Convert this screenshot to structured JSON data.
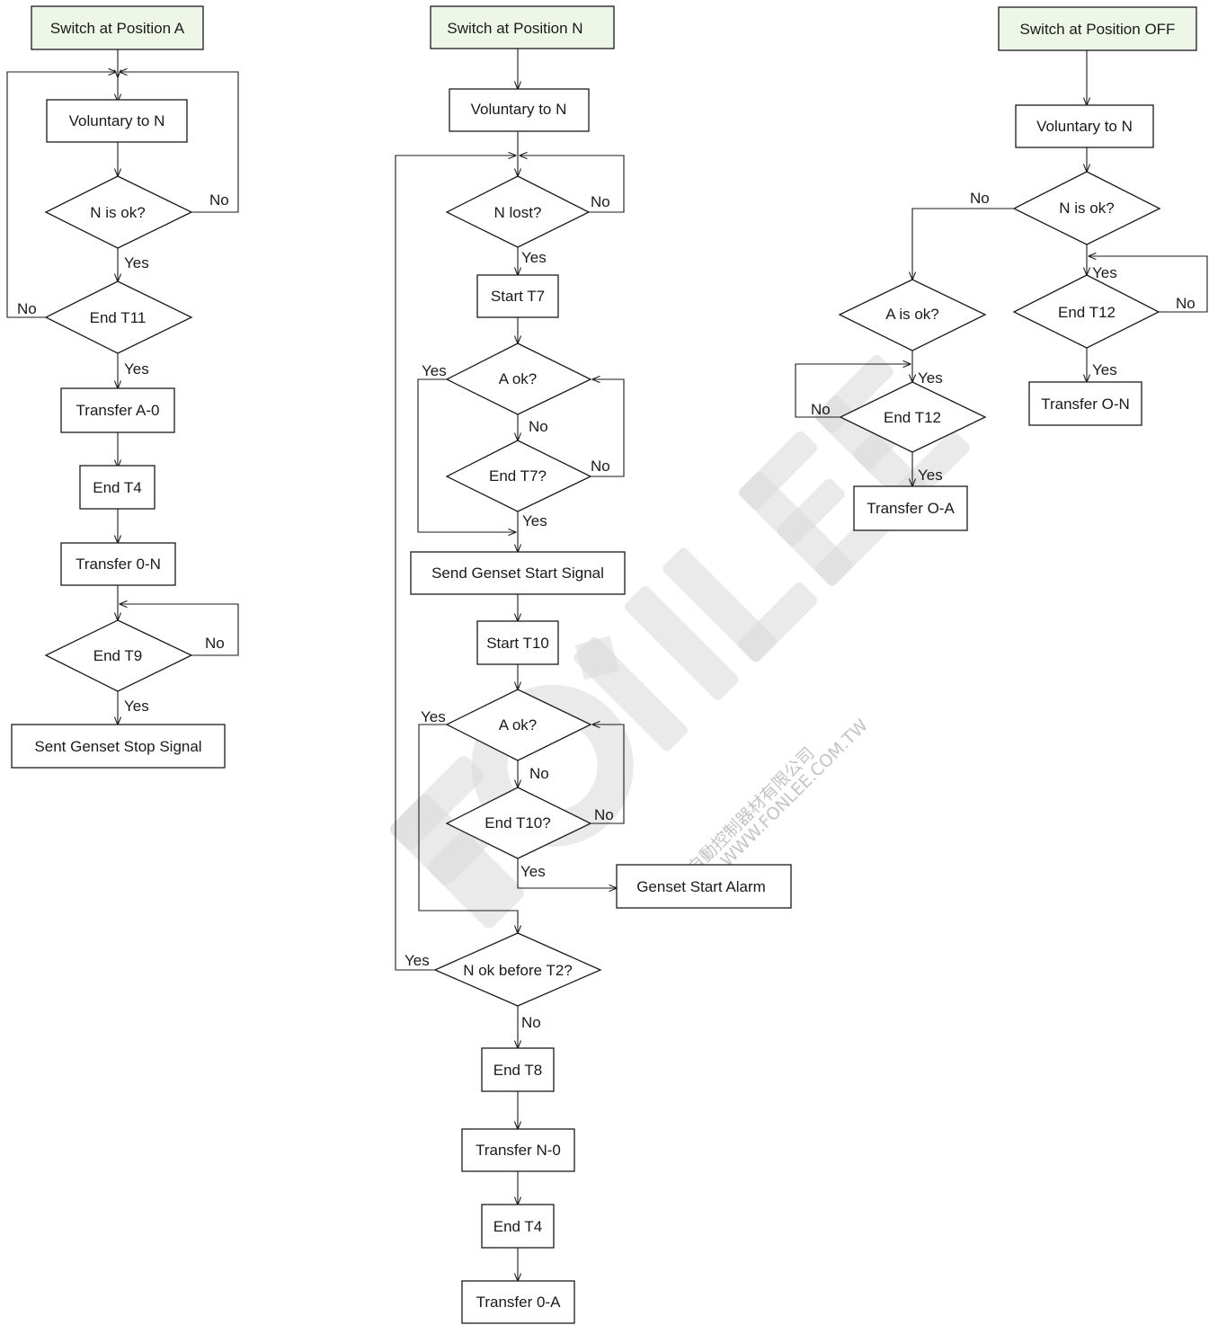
{
  "watermark": {
    "logo": "FONLEE",
    "chinese": "豐立自動控制器材有限公司",
    "url": "WWW.FONLEE.COM.TW"
  },
  "col_a": {
    "start": "Switch at Position A",
    "voluntary": "Voluntary to N",
    "n_is_ok": "N is ok?",
    "end_t11": "End T11",
    "transfer_a0": "Transfer A-0",
    "end_t4": "End T4",
    "transfer_0n": "Transfer 0-N",
    "end_t9": "End T9",
    "sent_stop": "Sent Genset Stop Signal",
    "no_1": "No",
    "yes_1": "Yes",
    "no_2": "No",
    "yes_2": "Yes",
    "no_3": "No",
    "yes_3": "Yes"
  },
  "col_n": {
    "start": "Switch at Position N",
    "voluntary": "Voluntary to N",
    "n_lost": "N lost?",
    "start_t7": "Start T7",
    "a_ok_1": "A ok?",
    "end_t7": "End T7?",
    "send_start": "Send Genset Start Signal",
    "start_t10": "Start T10",
    "a_ok_2": "A ok?",
    "end_t10": "End T10?",
    "genset_alarm": "Genset Start Alarm",
    "n_ok_before_t2": "N ok before T2?",
    "end_t8": "End T8",
    "transfer_n0": "Transfer N-0",
    "end_t4": "End T4",
    "transfer_0a": "Transfer 0-A",
    "no_1": "No",
    "yes_1": "Yes",
    "yes_2": "Yes",
    "no_2": "No",
    "no_3": "No",
    "yes_3": "Yes",
    "yes_4": "Yes",
    "no_4": "No",
    "no_5": "No",
    "yes_5": "Yes",
    "yes_6": "Yes",
    "no_6": "No"
  },
  "col_off": {
    "start": "Switch at Position OFF",
    "voluntary": "Voluntary to N",
    "n_is_ok": "N is ok?",
    "a_is_ok": "A is ok?",
    "end_t12_left": "End T12",
    "transfer_oa": "Transfer O-A",
    "end_t12_right": "End T12",
    "transfer_on": "Transfer O-N",
    "no_1": "No",
    "yes_1": "Yes",
    "no_2": "No",
    "yes_2": "Yes",
    "yes_3": "Yes",
    "no_3": "No",
    "yes_4": "Yes"
  }
}
